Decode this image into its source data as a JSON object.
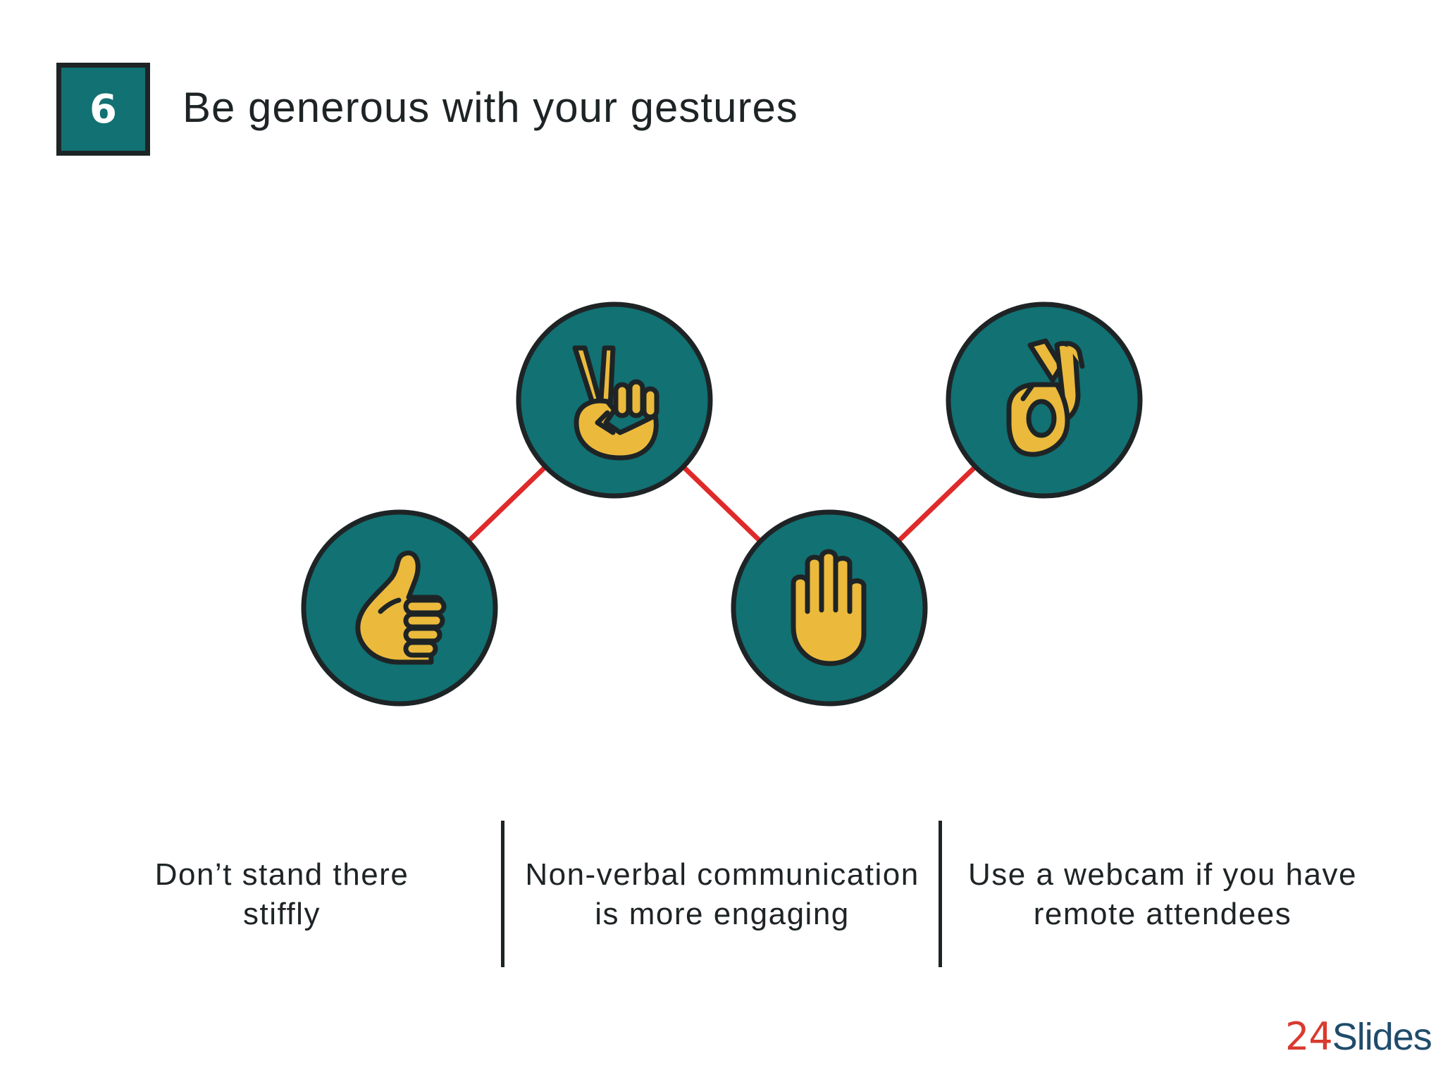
{
  "slide": {
    "number": "6",
    "title": "Be generous with your gestures"
  },
  "gestures": [
    {
      "icon": "thumbs-up-icon",
      "caption": "Don’t stand there stiffly"
    },
    {
      "icon": "peace-sign-icon",
      "caption": "Non-verbal communication is more engaging"
    },
    {
      "icon": "raised-hand-icon",
      "caption": "Use a webcam if you have remote attendees"
    },
    {
      "icon": "ok-hand-icon",
      "caption": ""
    }
  ],
  "colors": {
    "teal": "#127172",
    "outline": "#1e2426",
    "hand": "#ebba3c",
    "connector": "#e02a2a",
    "logo_red": "#d93a2f",
    "logo_blue": "#1f4c6b"
  },
  "logo": {
    "number_part": "24",
    "text_part": "Slides"
  }
}
